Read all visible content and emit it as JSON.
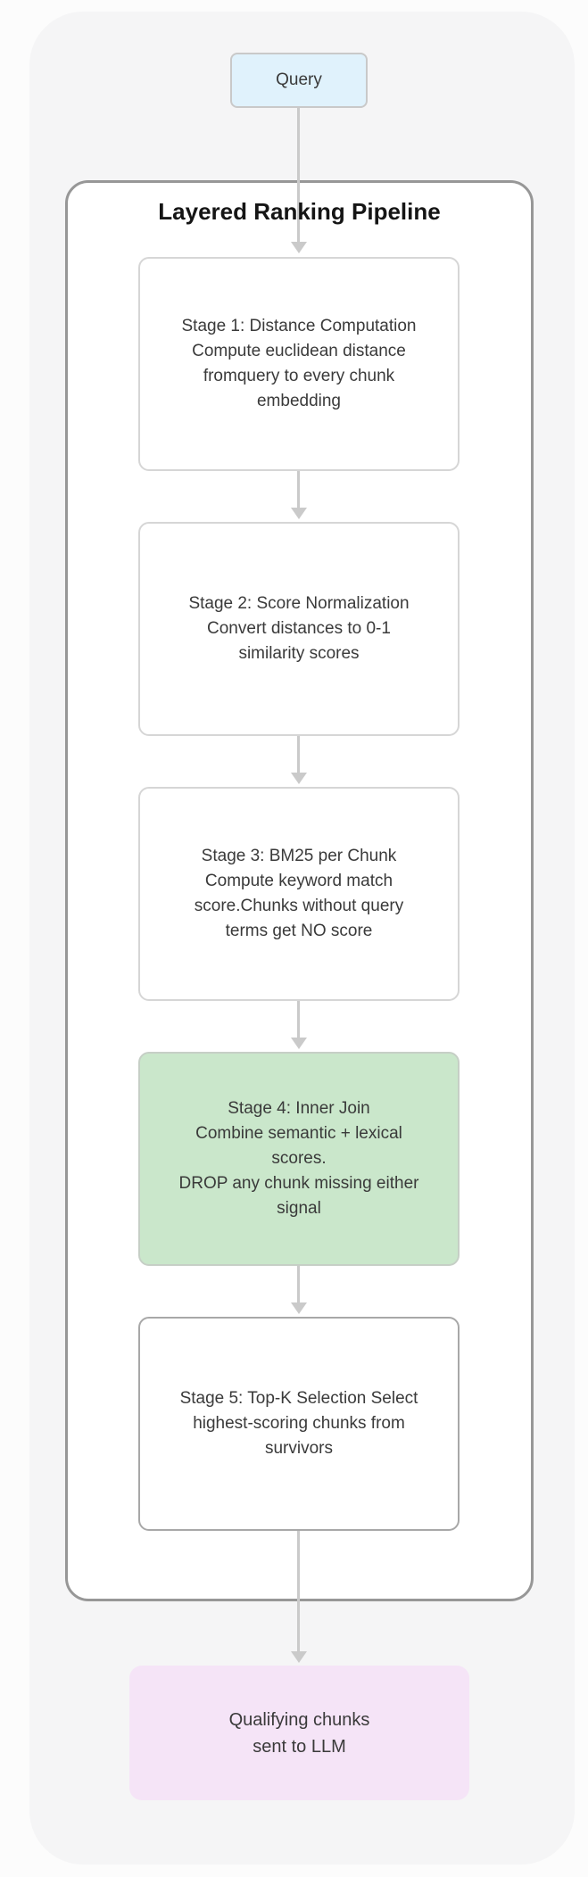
{
  "diagram": {
    "query_node": {
      "label": "Query"
    },
    "pipeline": {
      "title": "Layered Ranking Pipeline",
      "stages": [
        {
          "name": "stage-1-distance-computation",
          "lines": [
            "Stage 1: Distance Computation",
            "Compute euclidean distance",
            "fromquery to every chunk",
            "embedding"
          ],
          "highlight": false,
          "emphasized_border": false
        },
        {
          "name": "stage-2-score-normalization",
          "lines": [
            "Stage 2: Score Normalization",
            "Convert distances to 0-1",
            "similarity scores"
          ],
          "highlight": false,
          "emphasized_border": false
        },
        {
          "name": "stage-3-bm25-per-chunk",
          "lines": [
            "Stage 3: BM25 per Chunk",
            "Compute keyword match",
            "score.Chunks without query",
            "terms get NO score"
          ],
          "highlight": false,
          "emphasized_border": false
        },
        {
          "name": "stage-4-inner-join",
          "lines": [
            "Stage 4: Inner Join",
            "Combine semantic + lexical",
            "scores.",
            "DROP any chunk missing either",
            "signal"
          ],
          "highlight": true,
          "emphasized_border": false
        },
        {
          "name": "stage-5-top-k-selection",
          "lines": [
            "Stage 5: Top-K Selection Select",
            "highest-scoring chunks from",
            "survivors"
          ],
          "highlight": false,
          "emphasized_border": true
        }
      ]
    },
    "output_node": {
      "lines": [
        "Qualifying chunks",
        "sent to LLM"
      ]
    },
    "icons": {
      "arrow_head": "triangle-down"
    },
    "colors": {
      "page_background": "#fcfcfc",
      "card_background": "#f5f5f6",
      "query_fill": "#e0f2fc",
      "query_border": "#c9c9c9",
      "pipeline_fill": "#ffffff",
      "pipeline_border": "#979797",
      "stage_fill": "#ffffff",
      "stage_border": "#d6d6d6",
      "highlight_fill": "#cae7cb",
      "highlight_border": "#c6cfc6",
      "emphasized_border": "#a8a8a8",
      "output_fill": "#f5e4f7",
      "arrow": "#cacaca",
      "title_text": "#151515",
      "body_text": "#3a3a3a"
    }
  }
}
